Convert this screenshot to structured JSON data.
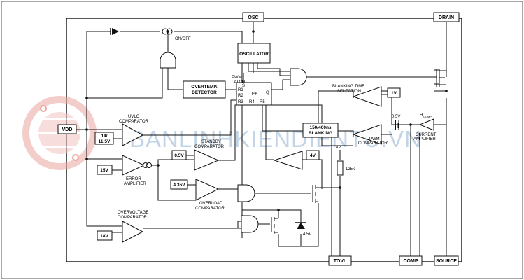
{
  "pins": {
    "osc": "OSC",
    "drain": "DRAIN",
    "vdd": "VDD",
    "tovl": "TOVL",
    "comp": "COMP",
    "source": "SOURCE"
  },
  "blocks": {
    "oscillator": "OSCILLATOR",
    "overtemp": [
      "OVERTEMP.",
      "DETECTOR"
    ],
    "ff": "FF",
    "blanking": [
      "150/400ns",
      "BLANKING"
    ]
  },
  "labels": {
    "on_off": "ON/OFF",
    "pwm_latch": [
      "PWM",
      "LATCH"
    ],
    "uvlo": [
      "UVLO",
      "COMPARATOR"
    ],
    "standby": [
      "STANDBY",
      "COMPARATOR"
    ],
    "error_amp": [
      "ERROR",
      "AMPLIFIER"
    ],
    "overload": [
      "OVERLOAD",
      "COMPARATOR"
    ],
    "overvoltage": [
      "OVERVOLTAGE",
      "COMPARATOR"
    ],
    "blank_sel": [
      "BLANKING TIME",
      "SELECTION"
    ],
    "pwm_comp": [
      "PWM",
      "COMPARATOR"
    ],
    "current_amp": [
      "CURRENT",
      "AMPLIFIER"
    ],
    "hcomp": "H",
    "hcomp_sub": "COMP",
    "v_ref_05": "0.5V",
    "v_8": "8V",
    "r_125k": "125k",
    "zener": "4.5V"
  },
  "ff_pins": {
    "s": "S",
    "r1": "R1",
    "r2": "R2",
    "r3": "R3",
    "r4": "R4",
    "r5": "R5",
    "q": "Q"
  },
  "refs": {
    "uvlo": [
      "14/",
      "11.5V"
    ],
    "standby": "0.5V",
    "error": "15V",
    "overload": "4.35V",
    "overvoltage": "18V",
    "blank": "1V",
    "v4": "4V"
  },
  "watermark": "BANLINHKIENDIENTU.VN",
  "colors": {
    "line": "#111111",
    "frame": "#555555",
    "ref_fill": "#ffffff",
    "watermark": "#e05a4f"
  }
}
